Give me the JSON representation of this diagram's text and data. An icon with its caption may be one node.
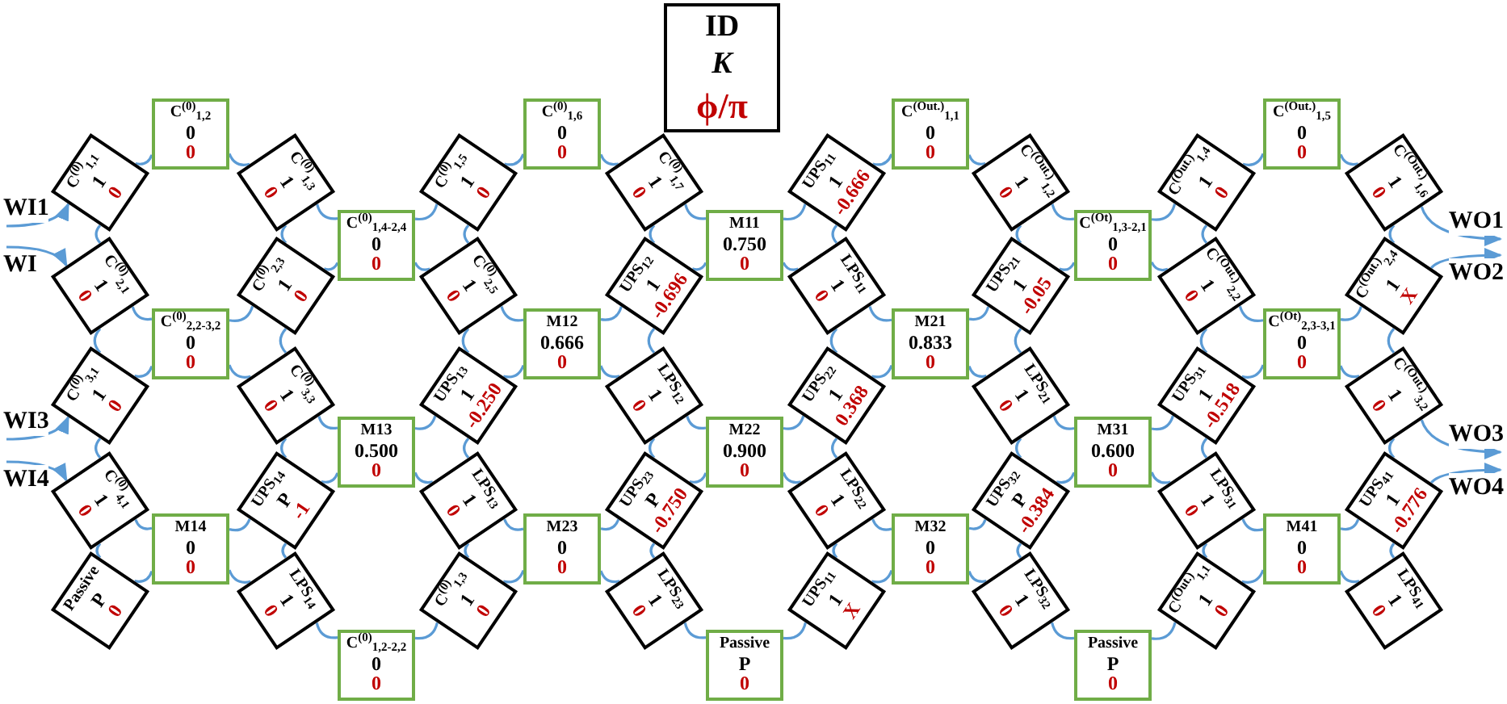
{
  "diagram": {
    "nodes": [
      {
        "text": [
          "ID",
          "K",
          "ϕ/π"
        ]
      },
      {
        "text": [
          "C$^{(0)}$$_{1,1}$",
          "1",
          "0"
        ]
      },
      {
        "text": [
          "C$^{(0)}$$_{2,1}$",
          "1",
          "0"
        ]
      },
      {
        "text": [
          "C$^{(0)}$$_{3,1}$",
          "1",
          "0"
        ]
      },
      {
        "text": [
          "C$^{(0)}$$_{4,1}$",
          "1",
          "0"
        ]
      },
      {
        "text": [
          "Passive",
          "P",
          "0"
        ]
      },
      {
        "text": [
          "C$^{(0)}$$_{1,2}$",
          "0",
          "0"
        ]
      },
      {
        "text": [
          "C$^{(0)}$$_{2,2-3,2}$",
          "0",
          "0"
        ]
      },
      {
        "text": [
          "M14",
          "0",
          "0"
        ]
      },
      {
        "text": [
          "C$^{(0)}$$_{1,3}$",
          "1",
          "0"
        ]
      },
      {
        "text": [
          "C$^{(0)}$$_{2,3}$",
          "1",
          "0"
        ]
      },
      {
        "text": [
          "C$^{(0)}$$_{3,3}$",
          "1",
          "0"
        ]
      },
      {
        "text": [
          "UPS$_{14}$",
          "P",
          "-1"
        ]
      },
      {
        "text": [
          "LPS$_{14}$",
          "1",
          "0"
        ]
      },
      {
        "text": [
          "C$^{(0)}$$_{1,4-2,4}$",
          "0",
          "0"
        ]
      },
      {
        "text": [
          "M13",
          "0.500",
          "0"
        ]
      },
      {
        "text": [
          "C$^{(0)}$$_{1,2-2,2}$",
          "0",
          "0"
        ]
      },
      {
        "text": [
          "C$^{(0)}$$_{1,5}$",
          "1",
          "0"
        ]
      },
      {
        "text": [
          "C$^{(0)}$$_{2,5}$",
          "1",
          "0"
        ]
      },
      {
        "text": [
          "UPS$_{13}$",
          "1",
          "-0.250"
        ]
      },
      {
        "text": [
          "LPS$_{13}$",
          "1",
          "0"
        ]
      },
      {
        "text": [
          "C$^{(0)}$$_{1,3}$",
          "1",
          "0"
        ]
      },
      {
        "text": [
          "C$^{(0)}$$_{1,6}$",
          "0",
          "0"
        ]
      },
      {
        "text": [
          "M12",
          "0.666",
          "0"
        ]
      },
      {
        "text": [
          "M23",
          "0",
          "0"
        ]
      },
      {
        "text": [
          "C$^{(0)}$$_{1,7}$",
          "1",
          "0"
        ]
      },
      {
        "text": [
          "UPS$_{12}$",
          "1",
          "-0.696"
        ]
      },
      {
        "text": [
          "LPS$_{12}$",
          "1",
          "0"
        ]
      },
      {
        "text": [
          "UPS$_{23}$",
          "P",
          "-0.750"
        ]
      },
      {
        "text": [
          "LPS$_{23}$",
          "1",
          "0"
        ]
      },
      {
        "text": [
          "M11",
          "0.750",
          "0"
        ]
      },
      {
        "text": [
          "M22",
          "0.900",
          "0"
        ]
      },
      {
        "text": [
          "Passive",
          "P",
          "0"
        ]
      },
      {
        "text": [
          "UPS$_{11}$",
          "1",
          "-0.666"
        ]
      },
      {
        "text": [
          "LPS$_{11}$",
          "1",
          "0"
        ]
      },
      {
        "text": [
          "UPS$_{22}$",
          "1",
          "0.368"
        ]
      },
      {
        "text": [
          "LPS$_{22}$",
          "1",
          "0"
        ]
      },
      {
        "text": [
          "UPS$_{11}$",
          "1",
          "X"
        ]
      },
      {
        "text": [
          "C$^{(Out.)}$$_{1,1}$",
          "0",
          "0"
        ]
      },
      {
        "text": [
          "M21",
          "0.833",
          "0"
        ]
      },
      {
        "text": [
          "M32",
          "0",
          "0"
        ]
      },
      {
        "text": [
          "C$^{(Out.)}$$_{1,2}$",
          "1",
          "0"
        ]
      },
      {
        "text": [
          "UPS$_{21}$",
          "1",
          "-0.05"
        ]
      },
      {
        "text": [
          "LPS$_{21}$",
          "1",
          "0"
        ]
      },
      {
        "text": [
          "UPS$_{32}$",
          "P",
          "-0.384"
        ]
      },
      {
        "text": [
          "LPS$_{32}$",
          "1",
          "0"
        ]
      },
      {
        "text": [
          "C$^{(Ot)}$$_{1,3-2,1}$",
          "0",
          "0"
        ]
      },
      {
        "text": [
          "M31",
          "0.600",
          "0"
        ]
      },
      {
        "text": [
          "Passive",
          "P",
          "0"
        ]
      },
      {
        "text": [
          "C$^{(Out.)}$$_{1,4}$",
          "1",
          "0"
        ]
      },
      {
        "text": [
          "C$^{(Out.)}$$_{2,2}$",
          "1",
          "0"
        ]
      },
      {
        "text": [
          "UPS$_{31}$",
          "1",
          "-0.518"
        ]
      },
      {
        "text": [
          "LPS$_{31}$",
          "1",
          "0"
        ]
      },
      {
        "text": [
          "C$^{(Out.)}$$_{1,1}$",
          "1",
          "0"
        ]
      },
      {
        "text": [
          "C$^{(Out.)}$$_{1,5}$",
          "0",
          "0"
        ]
      },
      {
        "text": [
          "C$^{(Ot)}$$_{2,3-3,1}$",
          "0",
          "0"
        ]
      },
      {
        "text": [
          "M41",
          "0",
          "0"
        ]
      },
      {
        "text": [
          "C$^{(Out.)}$$_{1,6}$",
          "1",
          "0"
        ]
      },
      {
        "text": [
          "C$^{(Out.)}$$_{2,4}$",
          "1",
          "X"
        ]
      },
      {
        "text": [
          "C$^{(Out.)}$$_{3,2}$",
          "1",
          "0"
        ]
      },
      {
        "text": [
          "UPS$_{41}$",
          "1",
          "-0.776"
        ]
      },
      {
        "text": [
          "LPS$_{41}$",
          "1",
          "0"
        ]
      }
    ],
    "edges": [
      {
        "from": 1,
        "to": 6,
        "arrow": "none"
      },
      {
        "from": 6,
        "to": 9,
        "arrow": "none"
      },
      {
        "from": 2,
        "to": 7,
        "arrow": "none"
      },
      {
        "from": 3,
        "to": 7,
        "arrow": "none"
      },
      {
        "from": 7,
        "to": 10,
        "arrow": "none"
      },
      {
        "from": 7,
        "to": 11,
        "arrow": "none"
      },
      {
        "from": 4,
        "to": 8,
        "arrow": "none"
      },
      {
        "from": 5,
        "to": 8,
        "arrow": "none"
      },
      {
        "from": 8,
        "to": 12,
        "arrow": "none"
      },
      {
        "from": 8,
        "to": 13,
        "arrow": "none"
      },
      {
        "from": 9,
        "to": 14,
        "arrow": "none"
      },
      {
        "from": 10,
        "to": 14,
        "arrow": "none"
      },
      {
        "from": 14,
        "to": 17,
        "arrow": "none"
      },
      {
        "from": 14,
        "to": 18,
        "arrow": "none"
      },
      {
        "from": 11,
        "to": 15,
        "arrow": "none"
      },
      {
        "from": 12,
        "to": 15,
        "arrow": "none"
      },
      {
        "from": 15,
        "to": 19,
        "arrow": "none"
      },
      {
        "from": 15,
        "to": 20,
        "arrow": "none"
      },
      {
        "from": 13,
        "to": 16,
        "arrow": "none"
      },
      {
        "from": 16,
        "to": 21,
        "arrow": "none"
      },
      {
        "from": 17,
        "to": 22,
        "arrow": "none"
      },
      {
        "from": 22,
        "to": 25,
        "arrow": "none"
      },
      {
        "from": 18,
        "to": 23,
        "arrow": "none"
      },
      {
        "from": 19,
        "to": 23,
        "arrow": "none"
      },
      {
        "from": 23,
        "to": 26,
        "arrow": "none"
      },
      {
        "from": 23,
        "to": 27,
        "arrow": "none"
      },
      {
        "from": 20,
        "to": 24,
        "arrow": "none"
      },
      {
        "from": 21,
        "to": 24,
        "arrow": "none"
      },
      {
        "from": 24,
        "to": 28,
        "arrow": "none"
      },
      {
        "from": 24,
        "to": 29,
        "arrow": "none"
      },
      {
        "from": 25,
        "to": 30,
        "arrow": "none"
      },
      {
        "from": 26,
        "to": 30,
        "arrow": "none"
      },
      {
        "from": 30,
        "to": 33,
        "arrow": "none"
      },
      {
        "from": 30,
        "to": 34,
        "arrow": "none"
      },
      {
        "from": 27,
        "to": 31,
        "arrow": "none"
      },
      {
        "from": 28,
        "to": 31,
        "arrow": "none"
      },
      {
        "from": 31,
        "to": 35,
        "arrow": "none"
      },
      {
        "from": 31,
        "to": 36,
        "arrow": "none"
      },
      {
        "from": 29,
        "to": 32,
        "arrow": "none"
      },
      {
        "from": 32,
        "to": 37,
        "arrow": "none"
      },
      {
        "from": 33,
        "to": 38,
        "arrow": "none"
      },
      {
        "from": 38,
        "to": 41,
        "arrow": "none"
      },
      {
        "from": 34,
        "to": 39,
        "arrow": "none"
      },
      {
        "from": 35,
        "to": 39,
        "arrow": "none"
      },
      {
        "from": 39,
        "to": 42,
        "arrow": "none"
      },
      {
        "from": 39,
        "to": 43,
        "arrow": "none"
      },
      {
        "from": 36,
        "to": 40,
        "arrow": "none"
      },
      {
        "from": 37,
        "to": 40,
        "arrow": "none"
      },
      {
        "from": 40,
        "to": 44,
        "arrow": "none"
      },
      {
        "from": 40,
        "to": 45,
        "arrow": "none"
      },
      {
        "from": 41,
        "to": 46,
        "arrow": "none"
      },
      {
        "from": 42,
        "to": 46,
        "arrow": "none"
      },
      {
        "from": 46,
        "to": 49,
        "arrow": "none"
      },
      {
        "from": 46,
        "to": 50,
        "arrow": "none"
      },
      {
        "from": 43,
        "to": 47,
        "arrow": "none"
      },
      {
        "from": 44,
        "to": 47,
        "arrow": "none"
      },
      {
        "from": 47,
        "to": 51,
        "arrow": "none"
      },
      {
        "from": 47,
        "to": 52,
        "arrow": "none"
      },
      {
        "from": 45,
        "to": 48,
        "arrow": "none"
      },
      {
        "from": 48,
        "to": 53,
        "arrow": "none"
      },
      {
        "from": 49,
        "to": 54,
        "arrow": "none"
      },
      {
        "from": 54,
        "to": 57,
        "arrow": "none"
      },
      {
        "from": 50,
        "to": 55,
        "arrow": "none"
      },
      {
        "from": 51,
        "to": 55,
        "arrow": "none"
      },
      {
        "from": 55,
        "to": 58,
        "arrow": "none"
      },
      {
        "from": 55,
        "to": 59,
        "arrow": "none"
      },
      {
        "from": 52,
        "to": 56,
        "arrow": "none"
      },
      {
        "from": 53,
        "to": 56,
        "arrow": "none"
      },
      {
        "from": 56,
        "to": 60,
        "arrow": "none"
      },
      {
        "from": 56,
        "to": 61,
        "arrow": "none"
      },
      {
        "from": 1,
        "to": 2,
        "arrow": "none"
      },
      {
        "from": 2,
        "to": 3,
        "arrow": "none"
      },
      {
        "from": 3,
        "to": 4,
        "arrow": "none"
      },
      {
        "from": 4,
        "to": 5,
        "arrow": "none"
      },
      {
        "from": 9,
        "to": 10,
        "arrow": "none"
      },
      {
        "from": 10,
        "to": 11,
        "arrow": "none"
      },
      {
        "from": 11,
        "to": 12,
        "arrow": "none"
      },
      {
        "from": 12,
        "to": 13,
        "arrow": "none"
      },
      {
        "from": 17,
        "to": 18,
        "arrow": "none"
      },
      {
        "from": 18,
        "to": 19,
        "arrow": "none"
      },
      {
        "from": 19,
        "to": 20,
        "arrow": "none"
      },
      {
        "from": 20,
        "to": 21,
        "arrow": "none"
      },
      {
        "from": 25,
        "to": 26,
        "arrow": "none"
      },
      {
        "from": 26,
        "to": 27,
        "arrow": "none"
      },
      {
        "from": 27,
        "to": 28,
        "arrow": "none"
      },
      {
        "from": 28,
        "to": 29,
        "arrow": "none"
      },
      {
        "from": 33,
        "to": 34,
        "arrow": "none"
      },
      {
        "from": 34,
        "to": 35,
        "arrow": "none"
      },
      {
        "from": 35,
        "to": 36,
        "arrow": "none"
      },
      {
        "from": 36,
        "to": 37,
        "arrow": "none"
      },
      {
        "from": 41,
        "to": 42,
        "arrow": "none"
      },
      {
        "from": 42,
        "to": 43,
        "arrow": "none"
      },
      {
        "from": 43,
        "to": 44,
        "arrow": "none"
      },
      {
        "from": 44,
        "to": 45,
        "arrow": "none"
      },
      {
        "from": 49,
        "to": 50,
        "arrow": "none"
      },
      {
        "from": 50,
        "to": 51,
        "arrow": "none"
      },
      {
        "from": 51,
        "to": 52,
        "arrow": "none"
      },
      {
        "from": 52,
        "to": 53,
        "arrow": "none"
      },
      {
        "from": 57,
        "to": 58,
        "arrow": "none"
      },
      {
        "from": 58,
        "to": 59,
        "arrow": "none"
      },
      {
        "from": 59,
        "to": 60,
        "arrow": "none"
      },
      {
        "from": 60,
        "to": 61,
        "arrow": "none"
      },
      {
        "from": null,
        "to": 1,
        "arrow": "to",
        "label": "WI1"
      },
      {
        "from": null,
        "to": 2,
        "arrow": "to",
        "label": "WI"
      },
      {
        "from": null,
        "to": 3,
        "arrow": "to",
        "label": "WI3"
      },
      {
        "from": null,
        "to": 4,
        "arrow": "to",
        "label": "WI4"
      },
      {
        "from": 57,
        "to": null,
        "arrow": "to",
        "label": "WO1"
      },
      {
        "from": 58,
        "to": null,
        "arrow": "to",
        "label": "WO2"
      },
      {
        "from": 59,
        "to": null,
        "arrow": "to",
        "label": "WO3"
      },
      {
        "from": 60,
        "to": null,
        "arrow": "to",
        "label": "WO4"
      }
    ]
  }
}
